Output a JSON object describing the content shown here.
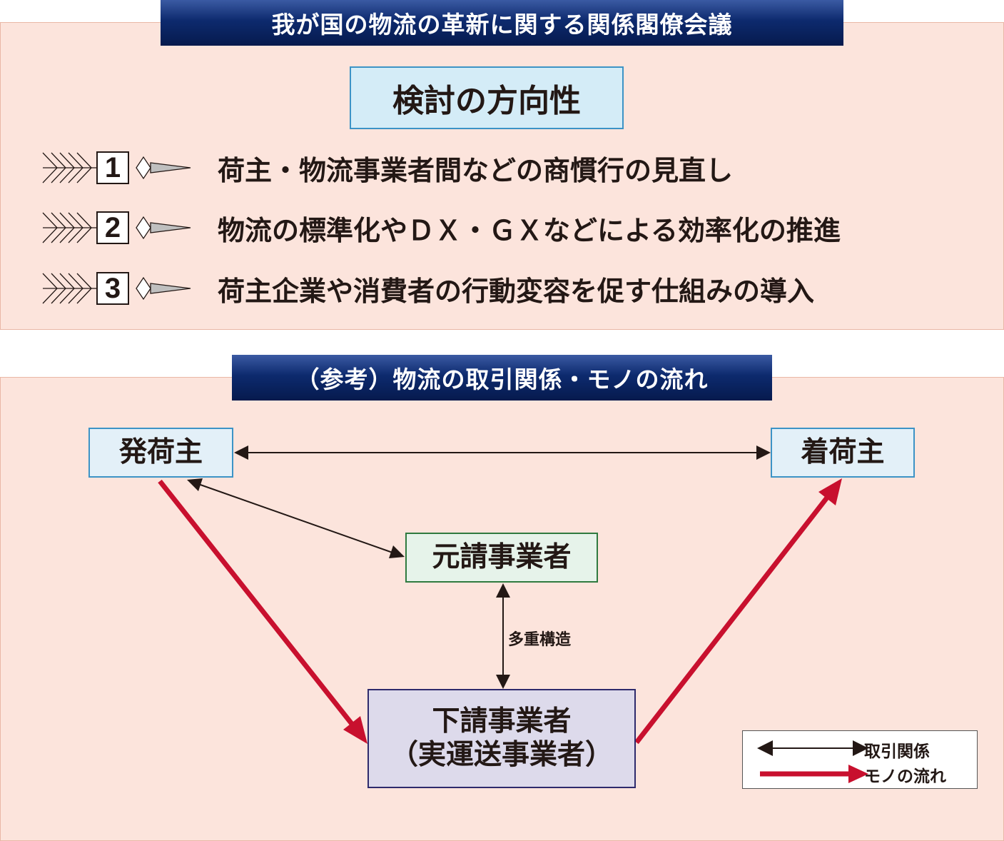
{
  "top_section": {
    "banner": "我が国の物流の革新に関する関係閣僚会議",
    "heading": "検討の方向性",
    "items": [
      {
        "number": "1",
        "text": "荷主・物流事業者間などの商慣行の見直し"
      },
      {
        "number": "2",
        "text": "物流の標準化やＤＸ・ＧＸなどによる効率化の推進"
      },
      {
        "number": "3",
        "text": "荷主企業や消費者の行動変容を促す仕組みの導入"
      }
    ]
  },
  "bottom_section": {
    "banner": "（参考）物流の取引関係・モノの流れ",
    "nodes": {
      "shipper": "発荷主",
      "consignee": "着荷主",
      "prime_contractor": "元請事業者",
      "subcontractor_line1": "下請事業者",
      "subcontractor_line2": "（実運送事業者）"
    },
    "multi_tier_label": "多重構造",
    "legend": {
      "transaction": "取引関係",
      "goods_flow": "モノの流れ"
    }
  },
  "colors": {
    "banner": "#0d2a6e",
    "panel_background": "#fce4dc",
    "goods_flow_arrow": "#c8102e",
    "transaction_arrow": "#231815"
  }
}
